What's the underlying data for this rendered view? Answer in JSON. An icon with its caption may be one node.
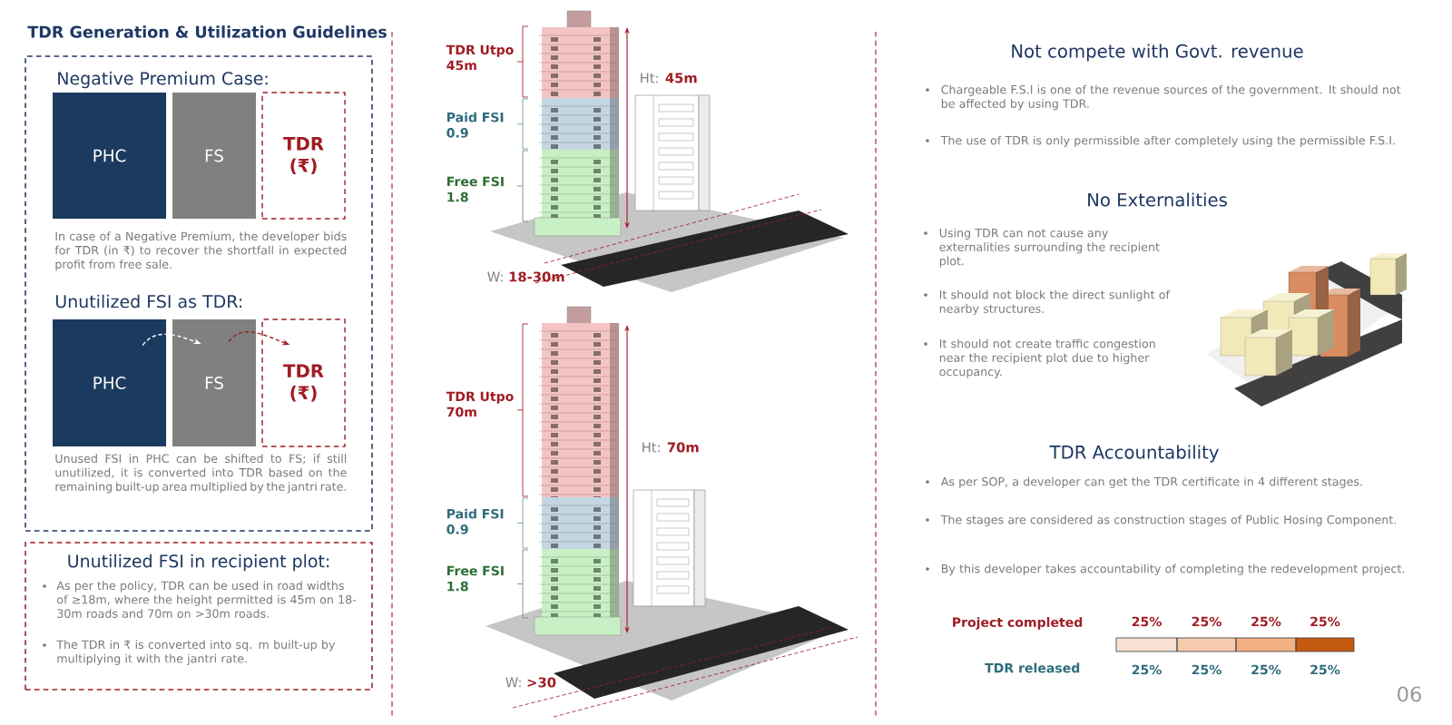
{
  "diagram": {
    "title": "TDR Generation & Utilization Guidelines",
    "nodes": [
      {
        "text": [
          "Negative Premium Case:",
          "In case of a Negative Premium, the developer bids for TDR (in ₹) to recover the shortfall in expected profit from free sale.",
          "Unutilized FSI as TDR:",
          "Unused FSI in PHC can be shifted to FS; if still unutilized, it is converted into TDR based on the remaining built-up area multiplied by the jantri rate."
        ]
      },
      {
        "text": [
          "PHC"
        ],
        "in": 0
      },
      {
        "text": [
          "FS"
        ],
        "in": 0
      },
      {
        "text": [
          "TDR (₹)"
        ],
        "in": 0
      },
      {
        "text": [
          "PHC"
        ],
        "in": 0
      },
      {
        "text": [
          "FS"
        ],
        "in": 0
      },
      {
        "text": [
          "TDR (₹)"
        ],
        "in": 0
      },
      {
        "text": [
          "Unutilized FSI in recipient plot:",
          "As per the policy, TDR can be used in road widths of ≥18m, where the height permitted is 45m on 18-30m roads and 70m on >30m roads.",
          "The TDR in ₹ is converted into sq. m built-up by multiplying it with the jantri rate."
        ]
      }
    ],
    "edges": [
      {
        "from": 4,
        "to": 5,
        "arrow": "to",
        "style": "dashed",
        "color": "#ffffff"
      },
      {
        "from": 5,
        "to": 6,
        "arrow": "to",
        "style": "dashed",
        "color": "#a01c24"
      }
    ],
    "labels": [
      "TDR Utpo 45m",
      "Ht: **45m**",
      "Paid FSI 0.9",
      "Free FSI 1.8",
      "W: **18-30m**",
      "TDR Utpo 70m",
      "Ht: **70m**",
      "Paid FSI 0.9",
      "Free FSI 1.8",
      "W: **>30**",
      "Not compete with Govt. revenue",
      "Chargeable F.S.I is one of the revenue sources of the government. It should not be affected by using TDR.",
      "The use of TDR is only permissible after completely using the permissible F.S.I.",
      "No Externalities",
      "Using TDR can not cause any externalities surrounding the recipient plot.",
      "It should not block the direct sunlight of nearby structures.",
      "It should not create traffic congestion near the recipient plot due to higher occupancy.",
      "TDR Accountability",
      "As per SOP, a developer can get the TDR certificate in 4 different stages.",
      "The stages are considered as construction stages of Public Hosing Component.",
      "By this developer takes accountability of completing the redevelopment project.",
      "Project completed",
      "25%",
      "25%",
      "25%",
      "25%",
      "TDR released",
      "25%",
      "25%",
      "25%",
      "25%",
      "06"
    ]
  }
}
